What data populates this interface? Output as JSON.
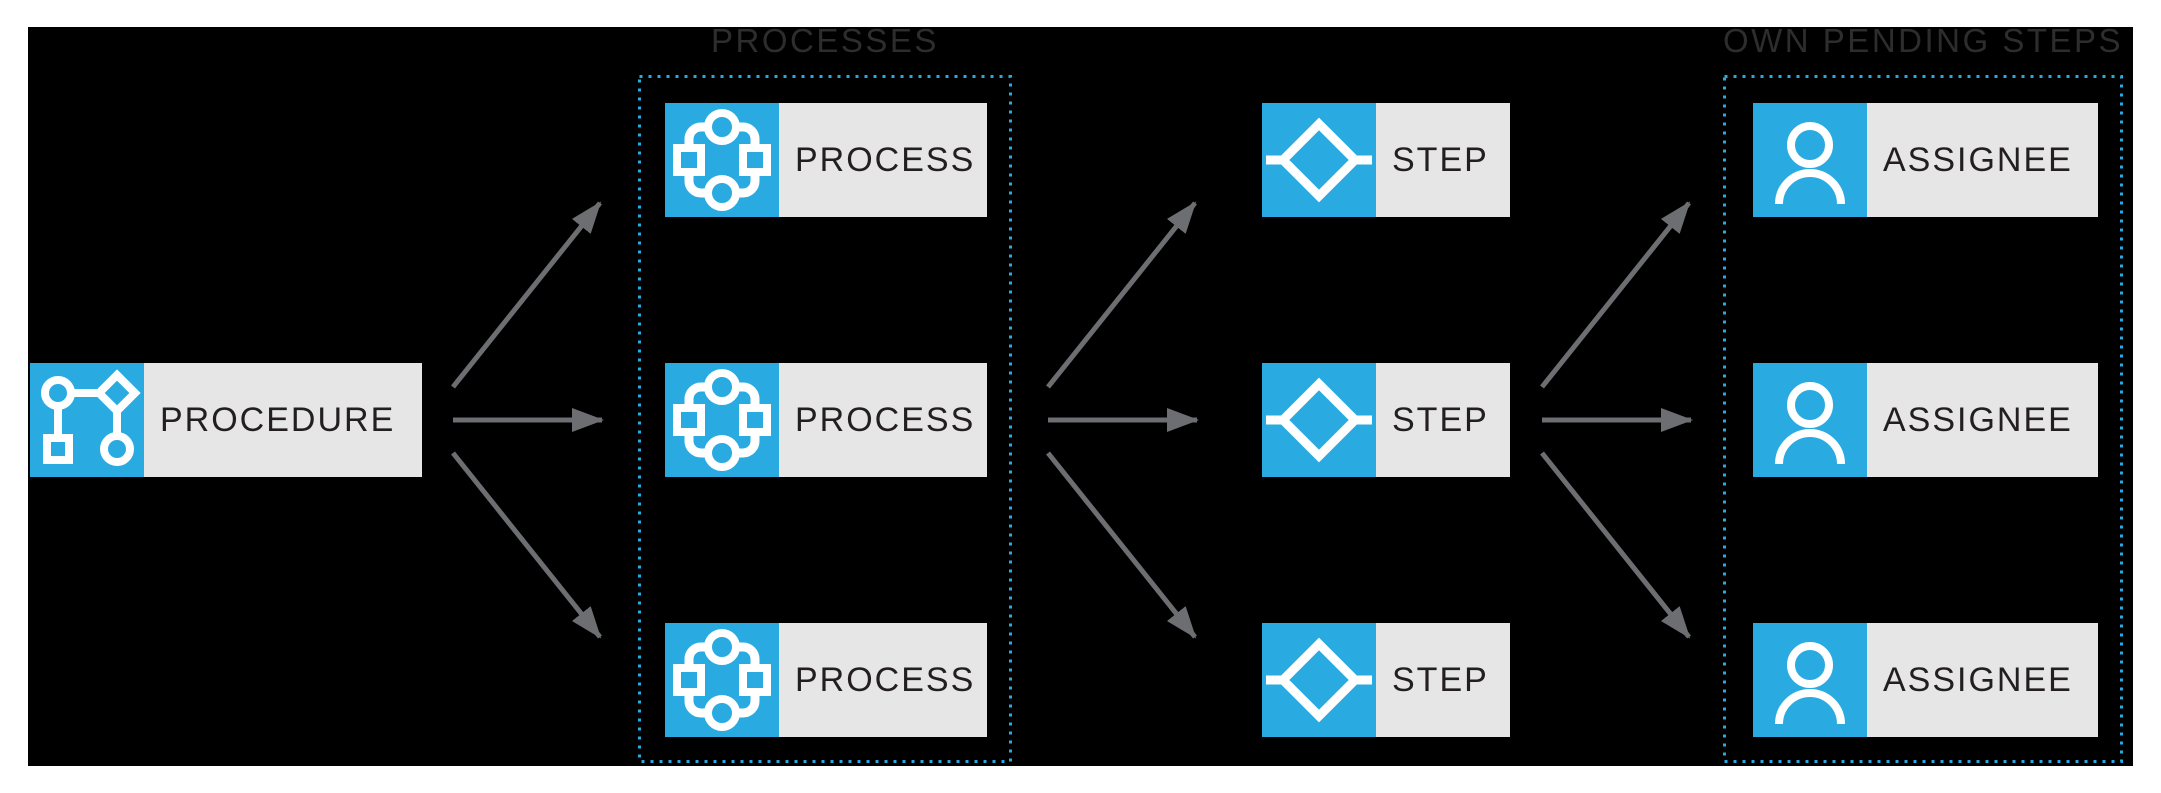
{
  "colors": {
    "page_background": "#ffffff",
    "canvas_background": "#000000",
    "accent_blue": "#29abe2",
    "node_label_background": "#e6e6e6",
    "node_label_text": "#231f20",
    "group_title_text": "#2d2d2d",
    "arrow_gray": "#6d6e71"
  },
  "diagram": {
    "groups": [
      {
        "title": "PROCESSES"
      },
      {
        "title": "OWN PENDING STEPS"
      }
    ],
    "nodes": {
      "procedure": {
        "label": "PROCEDURE",
        "icon": "procedure-flow-icon"
      },
      "processes": [
        {
          "label": "PROCESS",
          "icon": "process-cycle-icon"
        },
        {
          "label": "PROCESS",
          "icon": "process-cycle-icon"
        },
        {
          "label": "PROCESS",
          "icon": "process-cycle-icon"
        }
      ],
      "steps": [
        {
          "label": "STEP",
          "icon": "step-decision-icon"
        },
        {
          "label": "STEP",
          "icon": "step-decision-icon"
        },
        {
          "label": "STEP",
          "icon": "step-decision-icon"
        }
      ],
      "assignees": [
        {
          "label": "ASSIGNEE",
          "icon": "assignee-person-icon"
        },
        {
          "label": "ASSIGNEE",
          "icon": "assignee-person-icon"
        },
        {
          "label": "ASSIGNEE",
          "icon": "assignee-person-icon"
        }
      ]
    }
  }
}
